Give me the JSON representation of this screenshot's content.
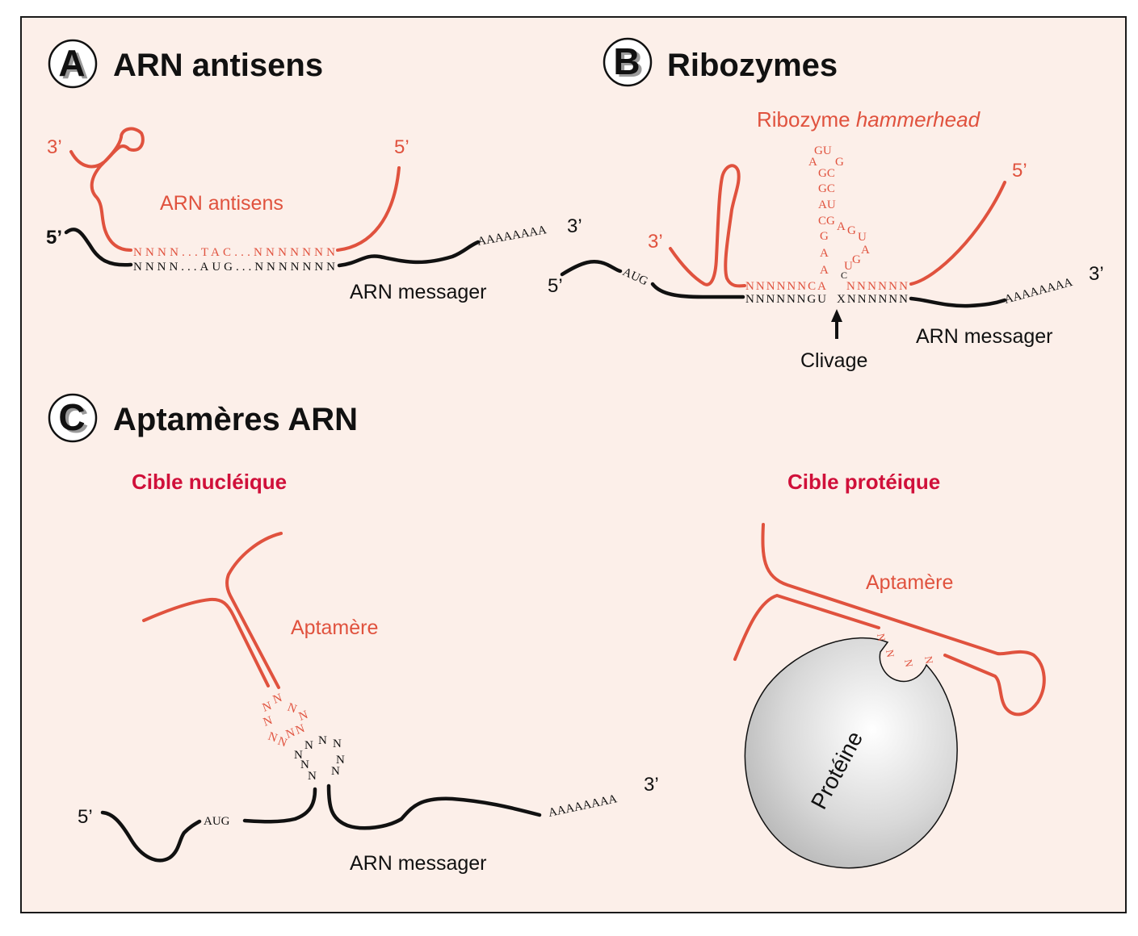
{
  "panels": {
    "A": {
      "letter": "A",
      "title": "ARN antisens",
      "antisense_label": "ARN antisens",
      "antisense_seq": "NNNN...TAC...NNNNNNN",
      "mrna_seq": "NNNN...AUG...NNNNNNN",
      "polyA": "AAAAAAAA",
      "mrna_label": "ARN messager",
      "end_3prime_red": "3’",
      "end_5prime_red": "5’",
      "end_5prime_black": "5’",
      "end_3prime_black": "3’"
    },
    "B": {
      "letter": "B",
      "title": "Ribozymes",
      "subtitle_plain": "Ribozyme ",
      "subtitle_italic": "hammerhead",
      "stem_rows": [
        "GU",
        "A  G",
        "GC",
        "GC",
        "AU",
        "CG",
        "G",
        "A",
        "A"
      ],
      "loop_letters": [
        "A",
        "G",
        "U",
        "A",
        "G",
        "U"
      ],
      "cleft_letter": "C",
      "ribozyme_left_seq": "NNNNNNCA",
      "ribozyme_right_seq": "NNNNNN",
      "mrna_left_seq": "NNNNNNGU",
      "mrna_right_seq": "XNNNNNN",
      "aug": "AUG",
      "polyA": "AAAAAAAA",
      "mrna_label": "ARN messager",
      "cleavage_label": "Clivage",
      "end_3prime_red": "3’",
      "end_5prime_red": "5’",
      "end_5prime_black": "5’",
      "end_3prime_black": "3’"
    },
    "C": {
      "letter": "C",
      "title": "Aptamères ARN",
      "nucleic": {
        "heading": "Cible nucléique",
        "aptamer_label": "Aptamère",
        "base": "N",
        "aug": "AUG",
        "polyA": "AAAAAAAA",
        "mrna_label": "ARN messager",
        "end_5prime": "5’",
        "end_3prime": "3’"
      },
      "protein": {
        "heading": "Cible protéique",
        "aptamer_label": "Aptamère",
        "protein_label": "Protéine",
        "base": "N"
      }
    }
  },
  "colors": {
    "background": "#fcefe9",
    "rna_red": "#e0523e",
    "heading_crimson": "#d0103a",
    "mrna_black": "#111111"
  }
}
